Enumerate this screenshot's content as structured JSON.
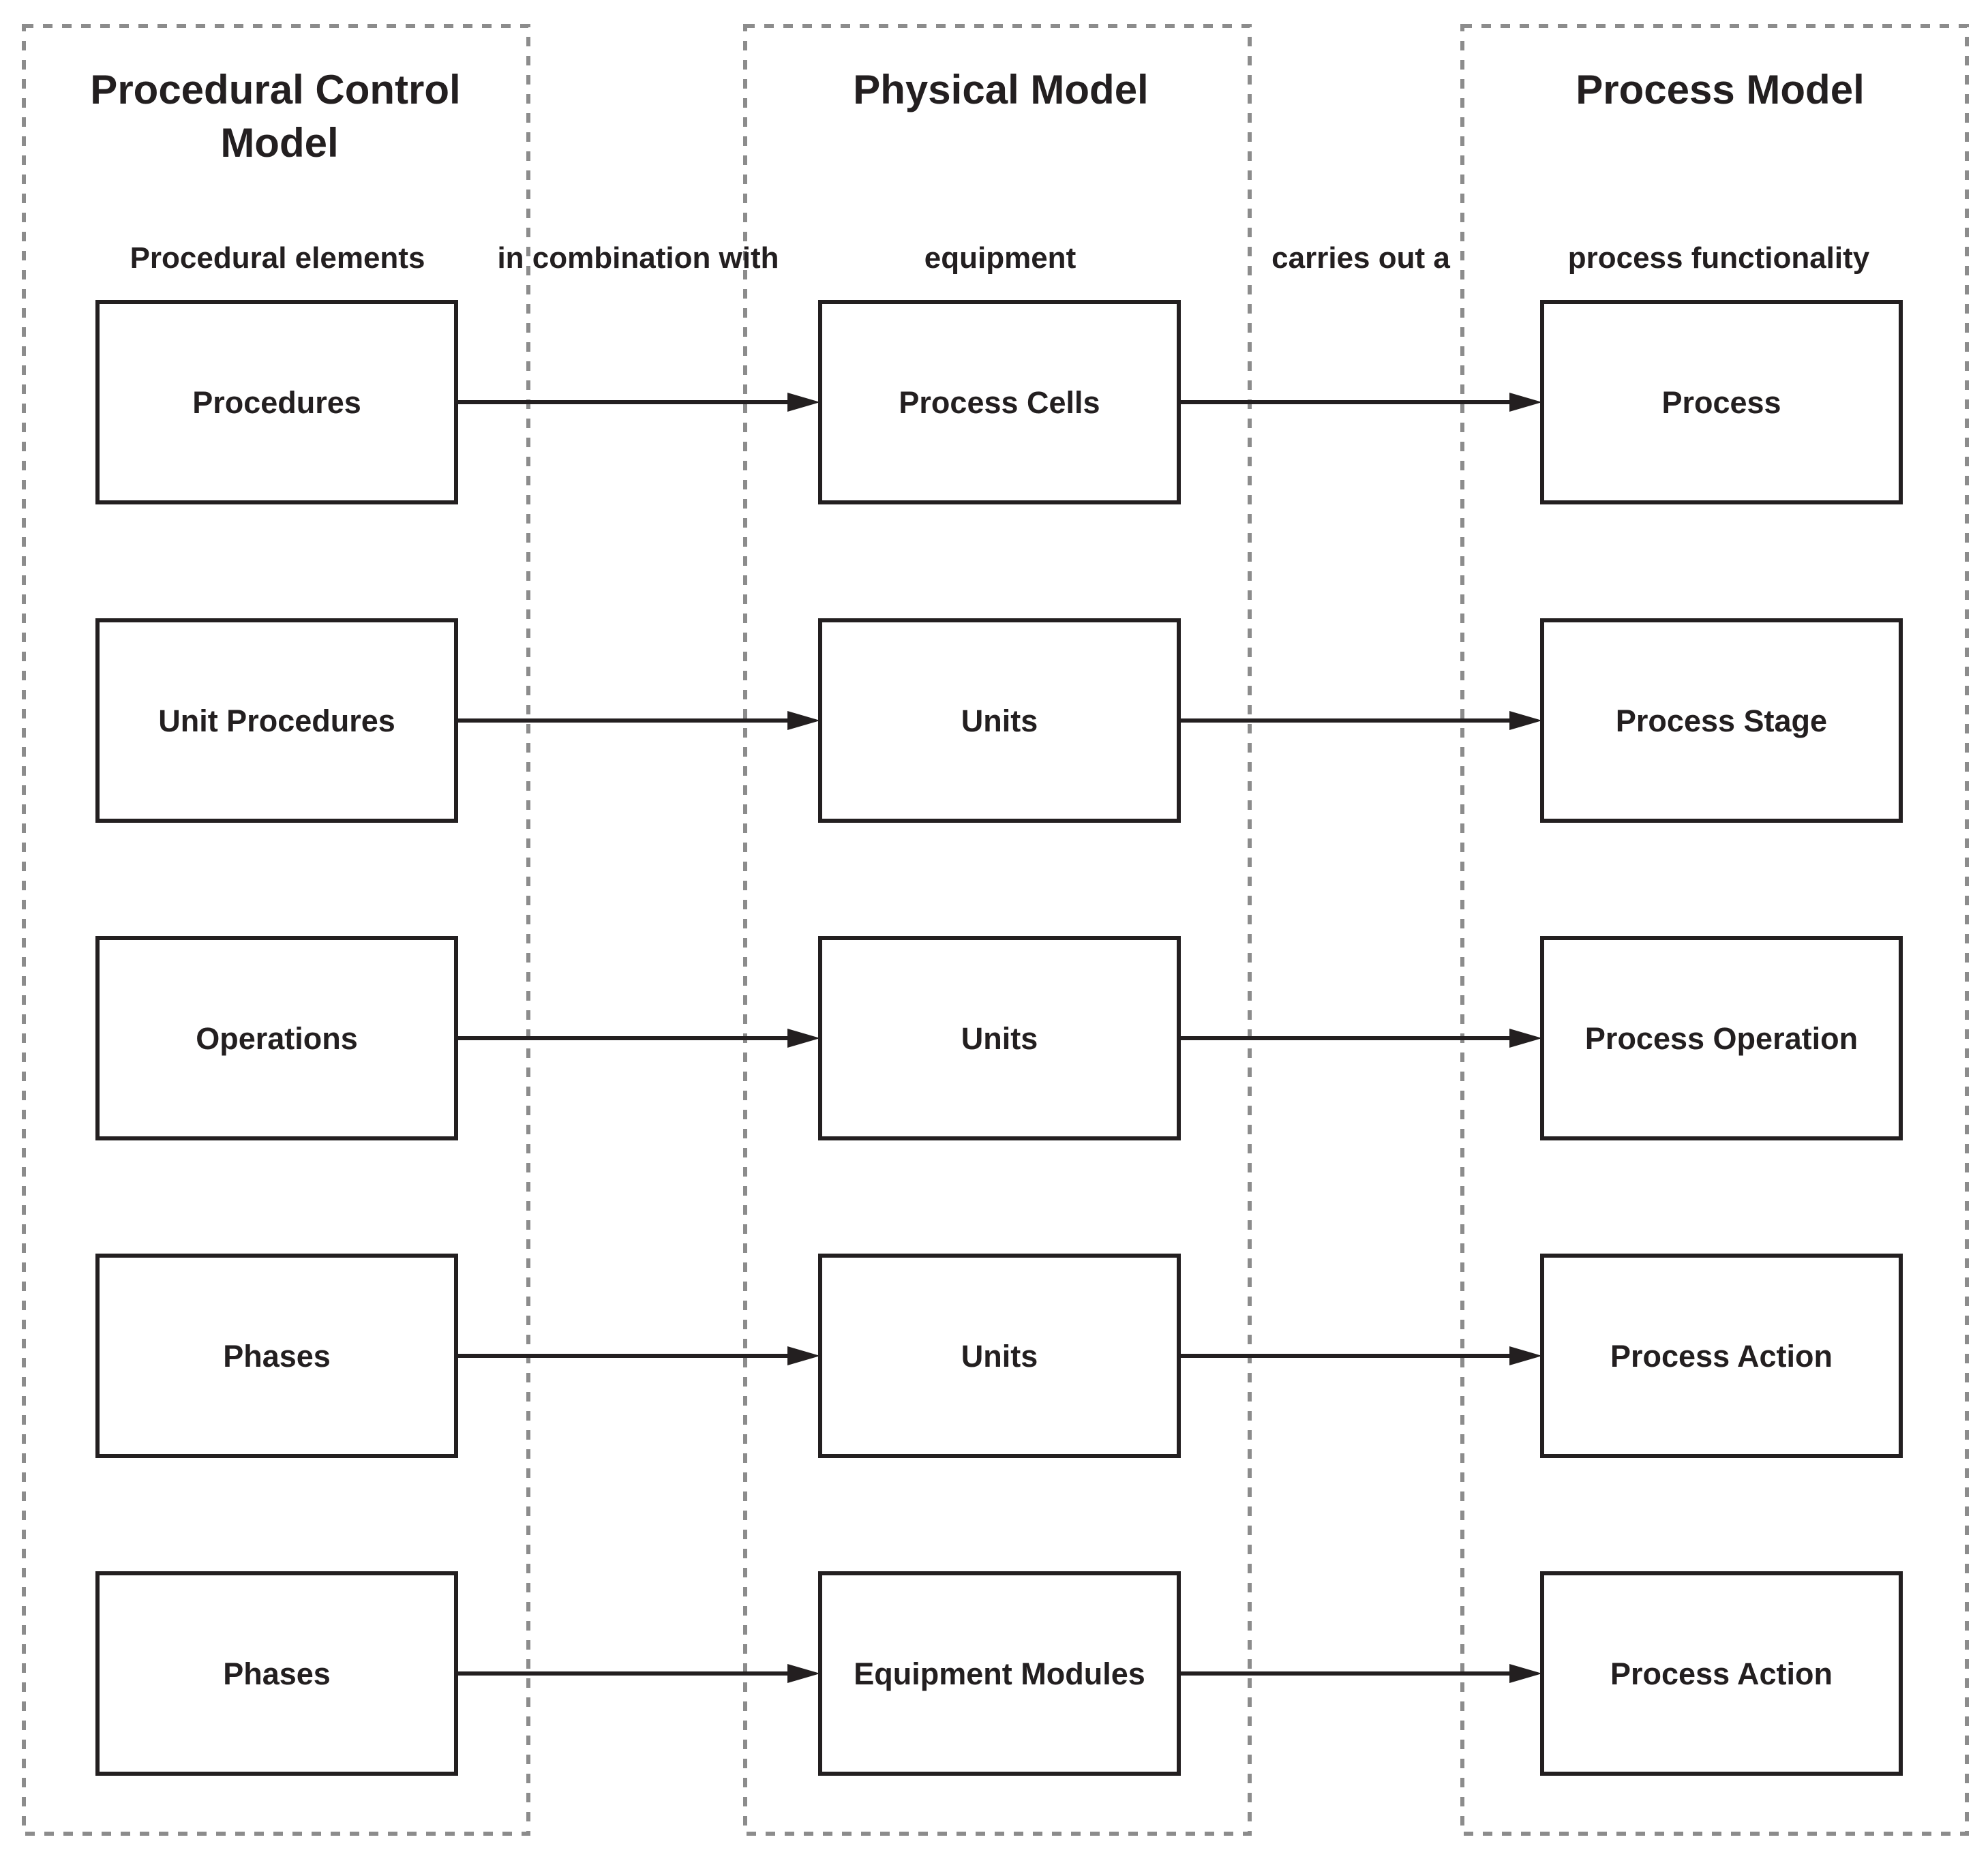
{
  "columns": [
    {
      "title_lines": [
        "Procedural Control",
        "Model"
      ],
      "header": "Procedural elements"
    },
    {
      "title_lines": [
        "Physical Model"
      ],
      "header": "equipment"
    },
    {
      "title_lines": [
        "Process Model"
      ],
      "header": "process functionality"
    }
  ],
  "relations": [
    "in combination with",
    "carries out a"
  ],
  "rows": [
    {
      "procedural": "Procedures",
      "physical": "Process Cells",
      "process": "Process"
    },
    {
      "procedural": "Unit Procedures",
      "physical": "Units",
      "process": "Process Stage"
    },
    {
      "procedural": "Operations",
      "physical": "Units",
      "process": "Process Operation"
    },
    {
      "procedural": "Phases",
      "physical": "Units",
      "process": "Process Action"
    },
    {
      "procedural": "Phases",
      "physical": "Equipment Modules",
      "process": "Process Action"
    }
  ]
}
